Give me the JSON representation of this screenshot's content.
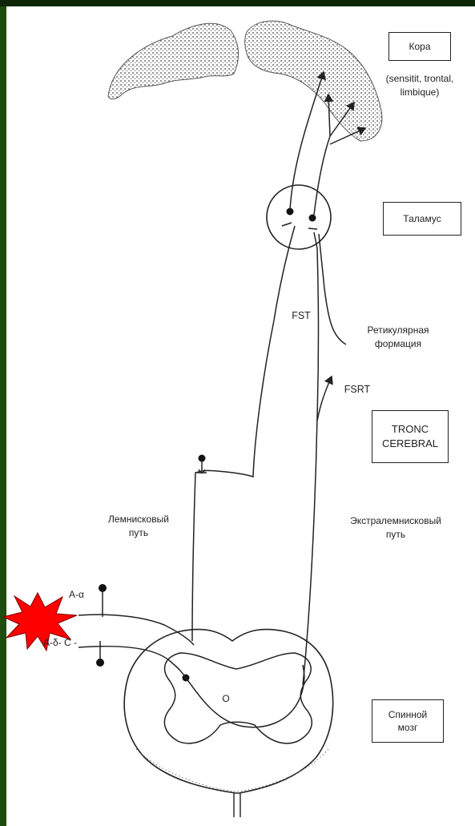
{
  "labels": {
    "cortex": "Кора",
    "cortex_sub": "(sensitit, trontal,\nlimbique)",
    "thalamus": "Таламус",
    "fst": "FST",
    "reticular": "Ретикулярная\nформация",
    "fsrt": "FSRT",
    "brainstem": "TRONC\nCEREBRAL",
    "lemniscal": "Лемнисковый\nпуть",
    "extralemniscal": "Экстралемнисковый\nпуть",
    "fiber_a_alpha": "A-α",
    "fiber_a_delta_c": "A-δ- C -",
    "dorsal_horn_mark": "O",
    "spinal_cord": "Спинной\nмозг"
  },
  "colors": {
    "border_green": "#1f4d10",
    "stimulus_red": "#ff0000",
    "ink": "#222222"
  }
}
